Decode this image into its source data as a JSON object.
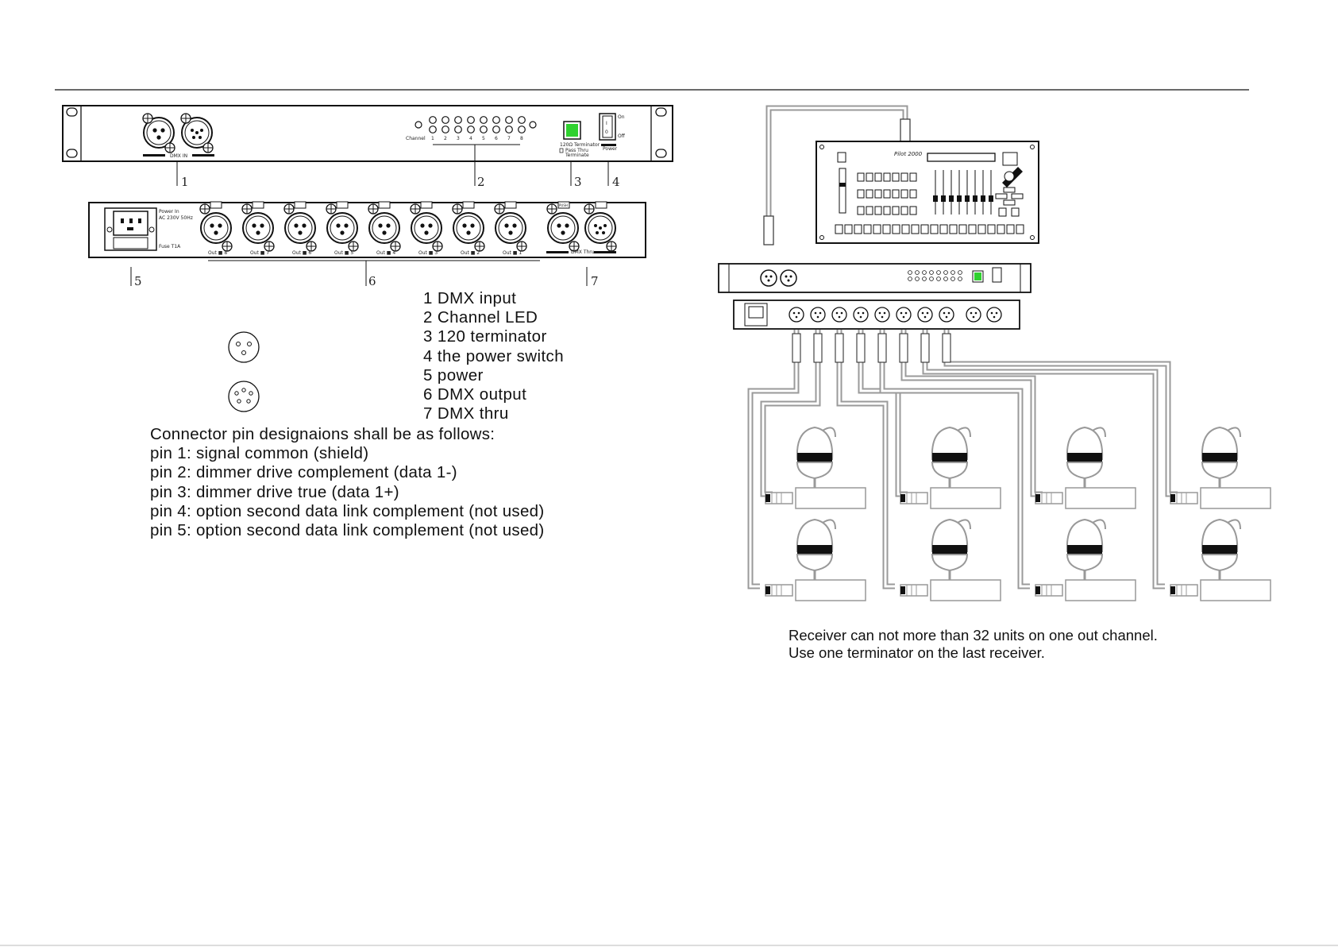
{
  "legend": [
    {
      "num": "1",
      "label": "DMX input"
    },
    {
      "num": "2",
      "label": "Channel LED"
    },
    {
      "num": "3",
      "label": "120 terminator"
    },
    {
      "num": "4",
      "label": "the power switch"
    },
    {
      "num": "5",
      "label": "power"
    },
    {
      "num": "6",
      "label": "DMX output"
    },
    {
      "num": "7",
      "label": "DMX thru"
    }
  ],
  "pins": {
    "heading": "Connector pin designaions shall be as follows:",
    "lines": [
      "pin 1: signal common (shield)",
      "pin 2: dimmer drive complement  (data 1-)",
      "pin 3: dimmer drive true (data 1+)",
      "pin 4: option second data link complement (not used)",
      "pin 5: option second data link complement (not used)"
    ]
  },
  "front_panel": {
    "dmx_in_label": "DMX IN",
    "channel_label": "Channel",
    "channels": [
      "1",
      "2",
      "3",
      "4",
      "5",
      "6",
      "7",
      "8"
    ],
    "terminator_labels": [
      "120Ω Terminator",
      "Pass Thru",
      "Terminate"
    ],
    "power_label": "Power",
    "switch_on": "On",
    "switch_off": "Off",
    "callouts": [
      "1",
      "2",
      "3",
      "4"
    ]
  },
  "rear_panel": {
    "power_in_label": "Power In",
    "power_rating": "AC 230V 50Hz",
    "fuse_label": "Fuse T1A",
    "outputs": [
      "Out ■ 8",
      "Out ■ 7",
      "Out ■ 6",
      "Out ■ 5",
      "Out ■ 4",
      "Out ■ 3",
      "Out ■ 2",
      "Out ■ 1"
    ],
    "push_label": "PUSH",
    "thru_label": "DMX Thru",
    "callouts": [
      "5",
      "6",
      "7"
    ]
  },
  "controller": {
    "brand": "Pilot 2000"
  },
  "note": [
    "Receiver can not more than 32 units on one out channel.",
    "Use one terminator on the last receiver."
  ],
  "colors": {
    "terminator_green": "#2fd12f",
    "line": "#111111",
    "cable": "#9a9a9a"
  }
}
